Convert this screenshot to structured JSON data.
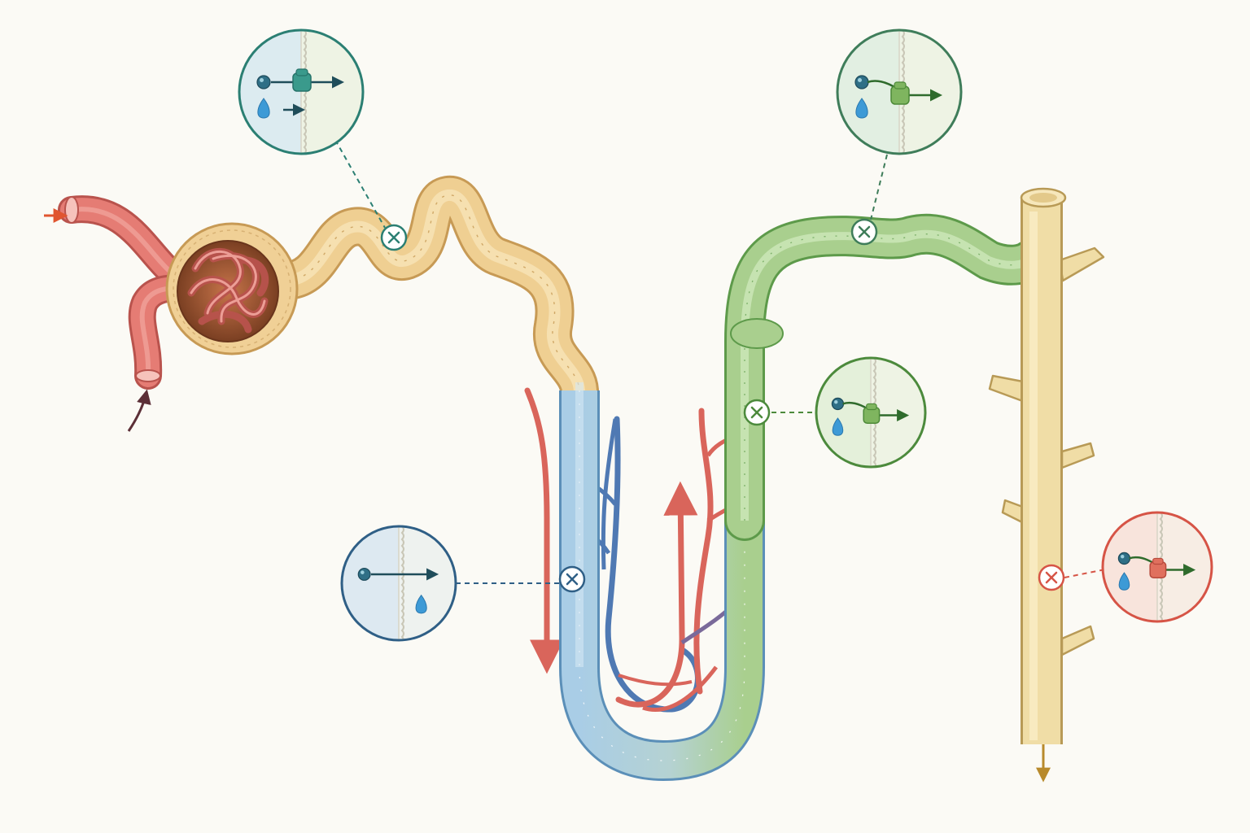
{
  "colors": {
    "background": "#fbfaf5",
    "arteriole": "#e57c74",
    "arteriole_dark": "#b9534d",
    "capsule": "#8a4e2b",
    "proximal_tubule": "#efcf92",
    "proximal_edge": "#c79a55",
    "loop_descending": "#a9cde6",
    "loop_edge": "#5b8fb8",
    "distal_tubule": "#a9cf8e",
    "distal_edge": "#5d9a4a",
    "collecting_duct": "#f0dda6",
    "collecting_edge": "#b89a56",
    "artery": "#d9655b",
    "vein": "#4f79b3",
    "inset_teal": "#2b7f73",
    "inset_blue": "#2f5f86",
    "inset_green": "#4c8a3c",
    "inset_green_dark": "#3f7d5a",
    "inset_red": "#d65446",
    "inflow_arrow": "#e0552f",
    "outflow_arrow": "#5c2f37",
    "urine_arrow": "#b88a2c",
    "droplet": "#3d9ad6"
  },
  "icons": {
    "marker": "circled-x-icon",
    "solute": "solute-particle-icon",
    "water": "water-droplet-icon",
    "transporter": "transporter-protein-icon",
    "flow": "flow-arrow-icon"
  },
  "insets": [
    {
      "id": "proximal",
      "theme": "inset_teal",
      "transporter": true,
      "second_arrow": true
    },
    {
      "id": "distal-top",
      "theme": "inset_green_dark",
      "transporter": true,
      "curved": true
    },
    {
      "id": "distal-mid",
      "theme": "inset_green",
      "transporter": true,
      "curved": true
    },
    {
      "id": "loop",
      "theme": "inset_blue",
      "transporter": false
    },
    {
      "id": "collecting",
      "theme": "inset_red",
      "transporter": true,
      "curved": true
    }
  ]
}
